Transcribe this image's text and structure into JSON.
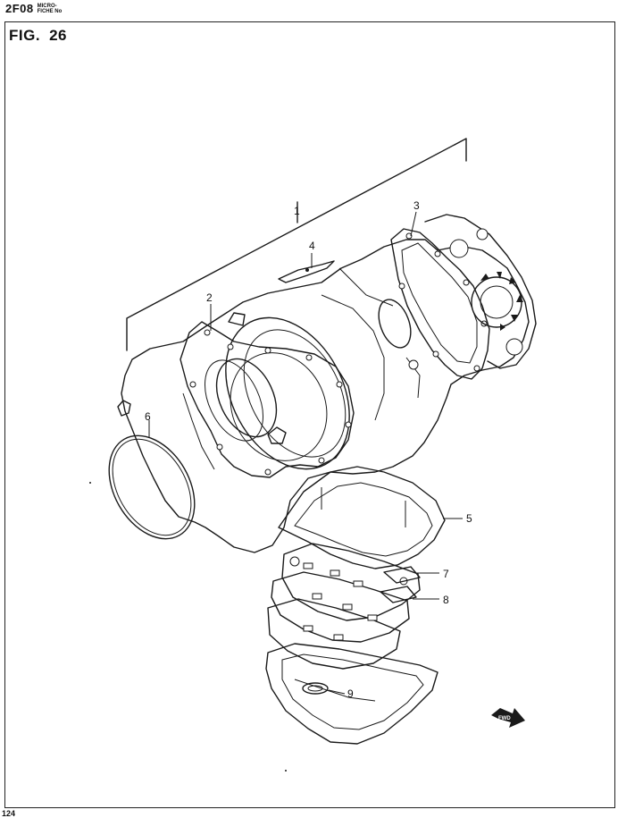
{
  "header": {
    "code": "2F08",
    "microfiche_line1": "MICRO-",
    "microfiche_line2": "FICHE No"
  },
  "figure": {
    "prefix": "FIG.",
    "number": "26"
  },
  "callouts": {
    "c1": "1",
    "c2": "2",
    "c3": "3",
    "c4": "4",
    "c5": "5",
    "c6": "6",
    "c7": "7",
    "c8": "8",
    "c9": "9"
  },
  "page_number": "124",
  "direction_label": "FWD"
}
